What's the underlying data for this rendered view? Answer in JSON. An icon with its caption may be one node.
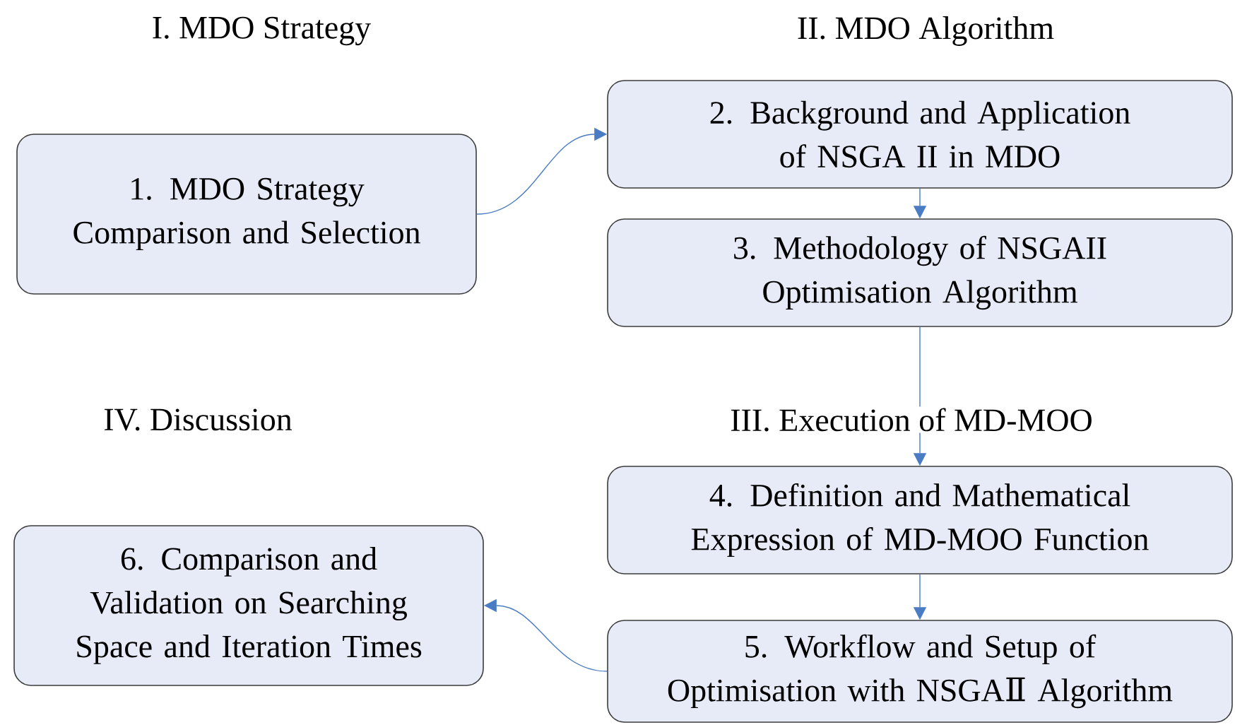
{
  "diagram": {
    "nodes": [
      {
        "text": [
          "1. MDO Strategy Comparison and Selection"
        ]
      },
      {
        "text": [
          "2. Background and Application of NSGA II in MDO"
        ]
      },
      {
        "text": [
          "3. Methodology of NSGAII Optimisation Algorithm"
        ]
      },
      {
        "text": [
          "4. Definition and Mathematical Expression of MD-MOO Function"
        ]
      },
      {
        "text": [
          "5. Workflow and Setup of Optimisation with NSGAⅡ Algorithm"
        ]
      },
      {
        "text": [
          "6. Comparison and Validation on Searching Space and Iteration Times"
        ]
      }
    ],
    "edges": [
      {
        "from": 0,
        "to": 1,
        "arrow": "to"
      },
      {
        "from": 1,
        "to": 2,
        "arrow": "to"
      },
      {
        "from": 2,
        "to": 3,
        "arrow": "to"
      },
      {
        "from": 3,
        "to": 4,
        "arrow": "to"
      },
      {
        "from": 4,
        "to": 5,
        "arrow": "to"
      }
    ],
    "labels": [
      "I. MDO Strategy",
      "II. MDO Algorithm",
      "IV. Discussion",
      "III. Execution of MD-MOO"
    ]
  }
}
